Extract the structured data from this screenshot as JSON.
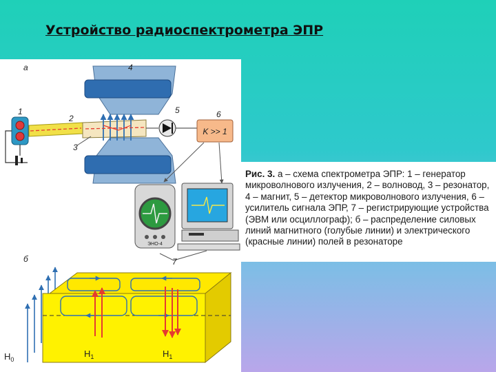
{
  "title": "Устройство радиоспектрометра ЭПР",
  "figure": {
    "label_a": "а",
    "label_b": "б",
    "numbers": [
      "1",
      "2",
      "3",
      "4",
      "5",
      "6",
      "7"
    ],
    "amplifier": "K >> 1",
    "oscilloscope_label": "ЭНО-4",
    "h0": "H",
    "h0_sub": "0",
    "h1": "H",
    "h1_sub": "1"
  },
  "caption": {
    "lead": "Рис. 3.",
    "text": " а – схема спектрометра ЭПР: 1 – генератор микроволнового излучения, 2 – волновод, 3 – резонатор, 4 – магнит, 5 – детектор микроволнового излучения, 6 – усилитель сигнала ЭПР, 7 – регистрирующие устройства (ЭВМ или осциллограф); б – распределение силовых линий магнитного (голубые линии) и электрического (красные линии) полей в резонаторе"
  },
  "colors": {
    "magnet": "#3d79b8",
    "waveguide": "#f1e048",
    "resonator": "#ffe800",
    "magnetic_field_lines": "#2f6fb2",
    "electric_field_lines": "#e53b2f",
    "amplifier": "#f7b98a"
  },
  "icons": [
    "generator-icon",
    "detector-diode-icon",
    "oscilloscope-icon",
    "computer-icon"
  ]
}
